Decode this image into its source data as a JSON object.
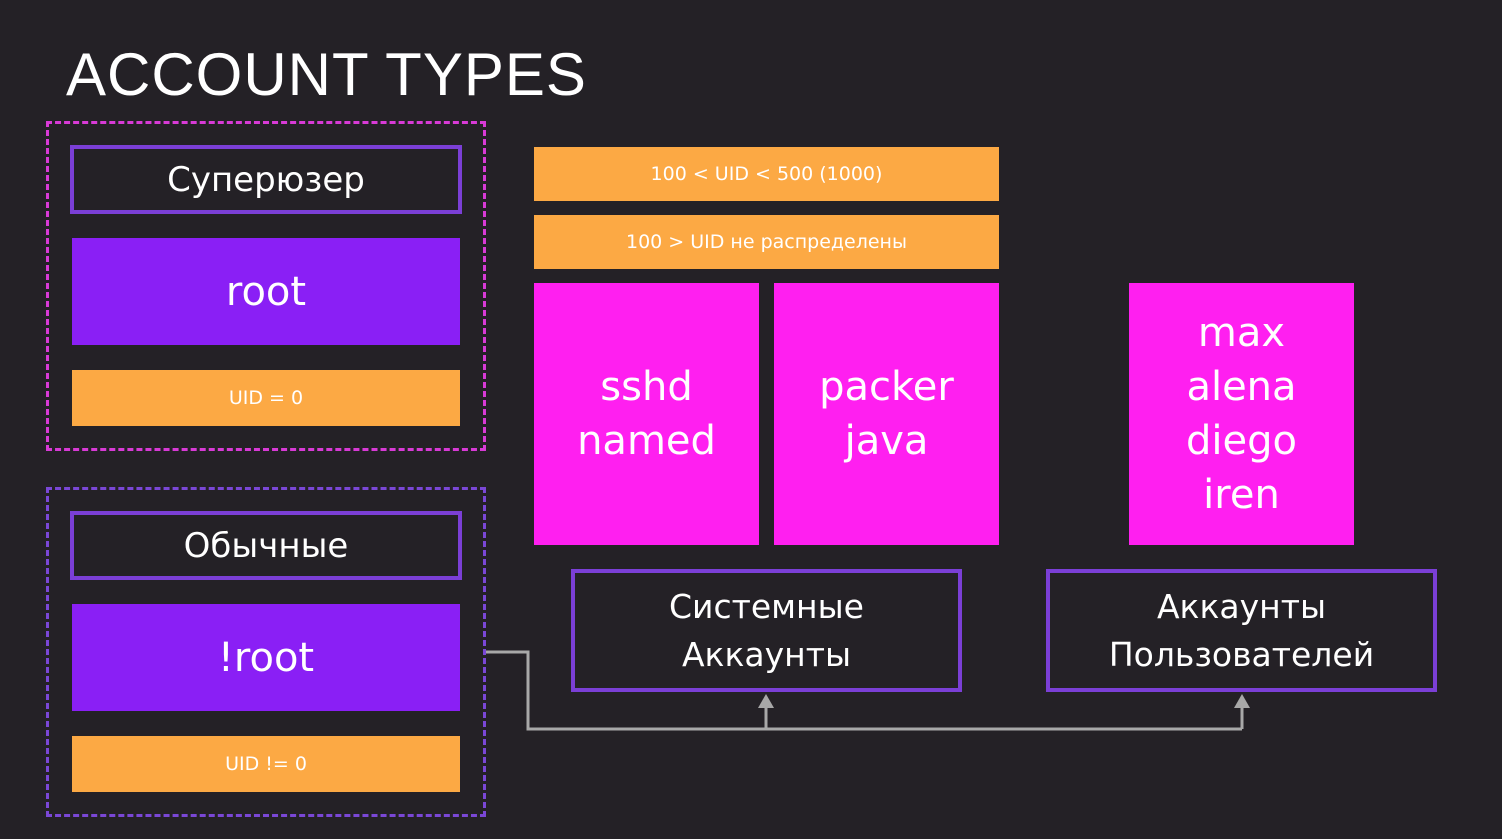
{
  "title": "ACCOUNT TYPES",
  "superuser": {
    "header": "Суперюзер",
    "name": "root",
    "uid": "UID = 0"
  },
  "regular": {
    "header": "Обычные",
    "name": "!root",
    "uid": "UID != 0"
  },
  "uid_ranges": {
    "range1": "100 < UID < 500 (1000)",
    "range2": "100 > UID не распределены"
  },
  "system_accounts": {
    "column1": [
      "sshd",
      "named"
    ],
    "column2": [
      "packer",
      "java"
    ],
    "label_line1": "Системные",
    "label_line2": "Аккаунты"
  },
  "user_accounts": {
    "names": [
      "max",
      "alena",
      "diego",
      "iren"
    ],
    "label_line1": "Аккаунты",
    "label_line2": "Пользователей"
  },
  "colors": {
    "background": "#242126",
    "purple": "#8a1ff5",
    "orange": "#fca944",
    "magenta": "#ff1ff0",
    "outline": "#7b3fd6",
    "dashed_superuser": "#d83ad6",
    "dashed_regular": "#7a47d6",
    "connector": "#a8a8a8"
  }
}
